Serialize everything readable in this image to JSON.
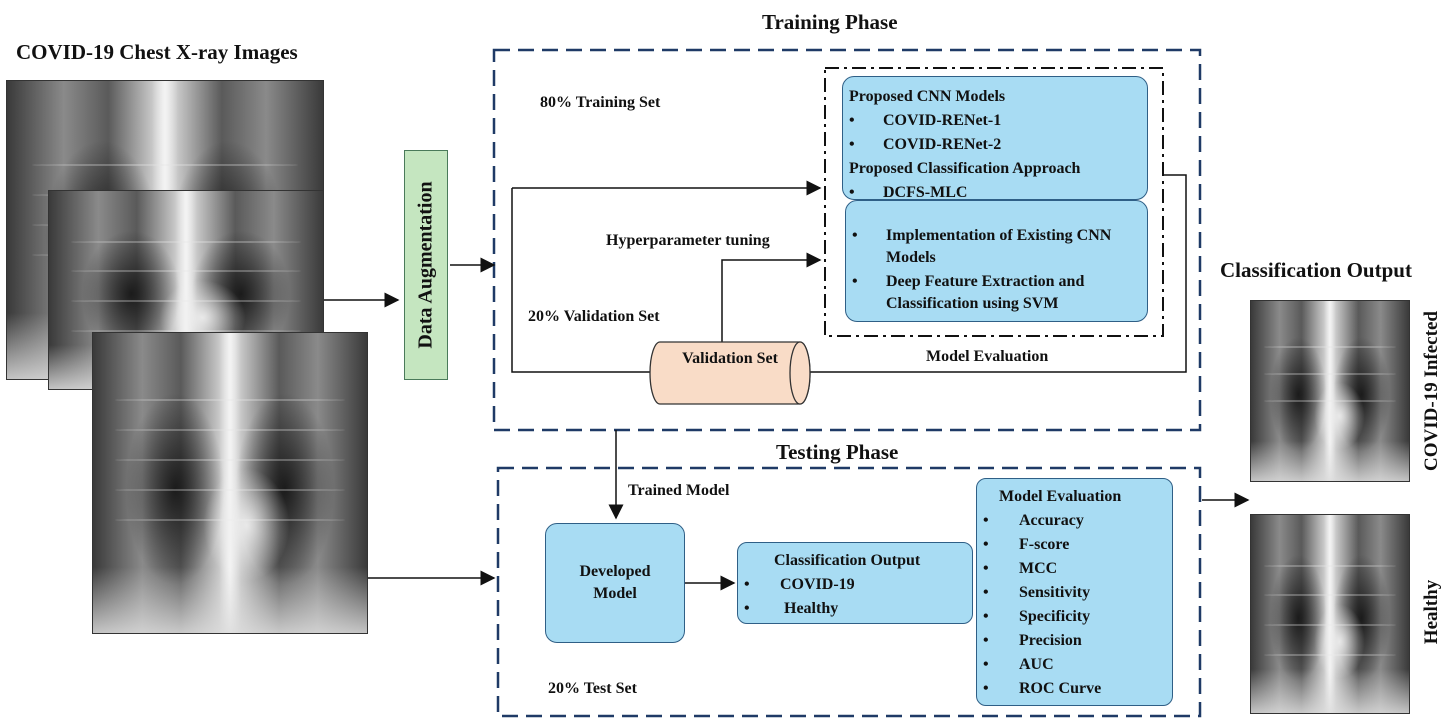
{
  "titles": {
    "left": "COVID-19 Chest X-ray Images",
    "training": "Training Phase",
    "testing": "Testing Phase",
    "output": "Classification Output"
  },
  "augmentation": "Data Augmentation",
  "training": {
    "train_set": "80% Training Set",
    "val_set": "20% Validation Set",
    "hyper": "Hyperparameter tuning",
    "model_eval": "Model Evaluation",
    "validation_node": "Validation Set",
    "proposed": {
      "cnn_header": "Proposed CNN Models",
      "cnn_items": [
        "COVID-RENet-1",
        "COVID-RENet-2"
      ],
      "cls_header": "Proposed Classification Approach",
      "cls_items": [
        "DCFS-MLC"
      ]
    },
    "existing": {
      "items": [
        "Implementation of Existing CNN Models",
        "Deep Feature Extraction and Classification using SVM"
      ]
    }
  },
  "testing": {
    "trained_model": "Trained Model",
    "test_set": "20% Test Set",
    "developed_model": "Developed Model",
    "cls_output": {
      "header": "Classification Output",
      "items": [
        "COVID-19",
        "Healthy"
      ]
    },
    "evaluation": {
      "header": "Model Evaluation",
      "items": [
        "Accuracy",
        "F-score",
        "MCC",
        "Sensitivity",
        "Specificity",
        "Precision",
        "AUC",
        "ROC Curve"
      ]
    }
  },
  "output_labels": {
    "infected": "COVID-19 Infected",
    "healthy": "Healthy"
  },
  "bullet": "•",
  "colors": {
    "box_fill": "#a8dcf3",
    "aug_fill": "#c5e6c0",
    "validation_fill": "#f9dcc7",
    "dashed_border": "#1f3a66"
  }
}
